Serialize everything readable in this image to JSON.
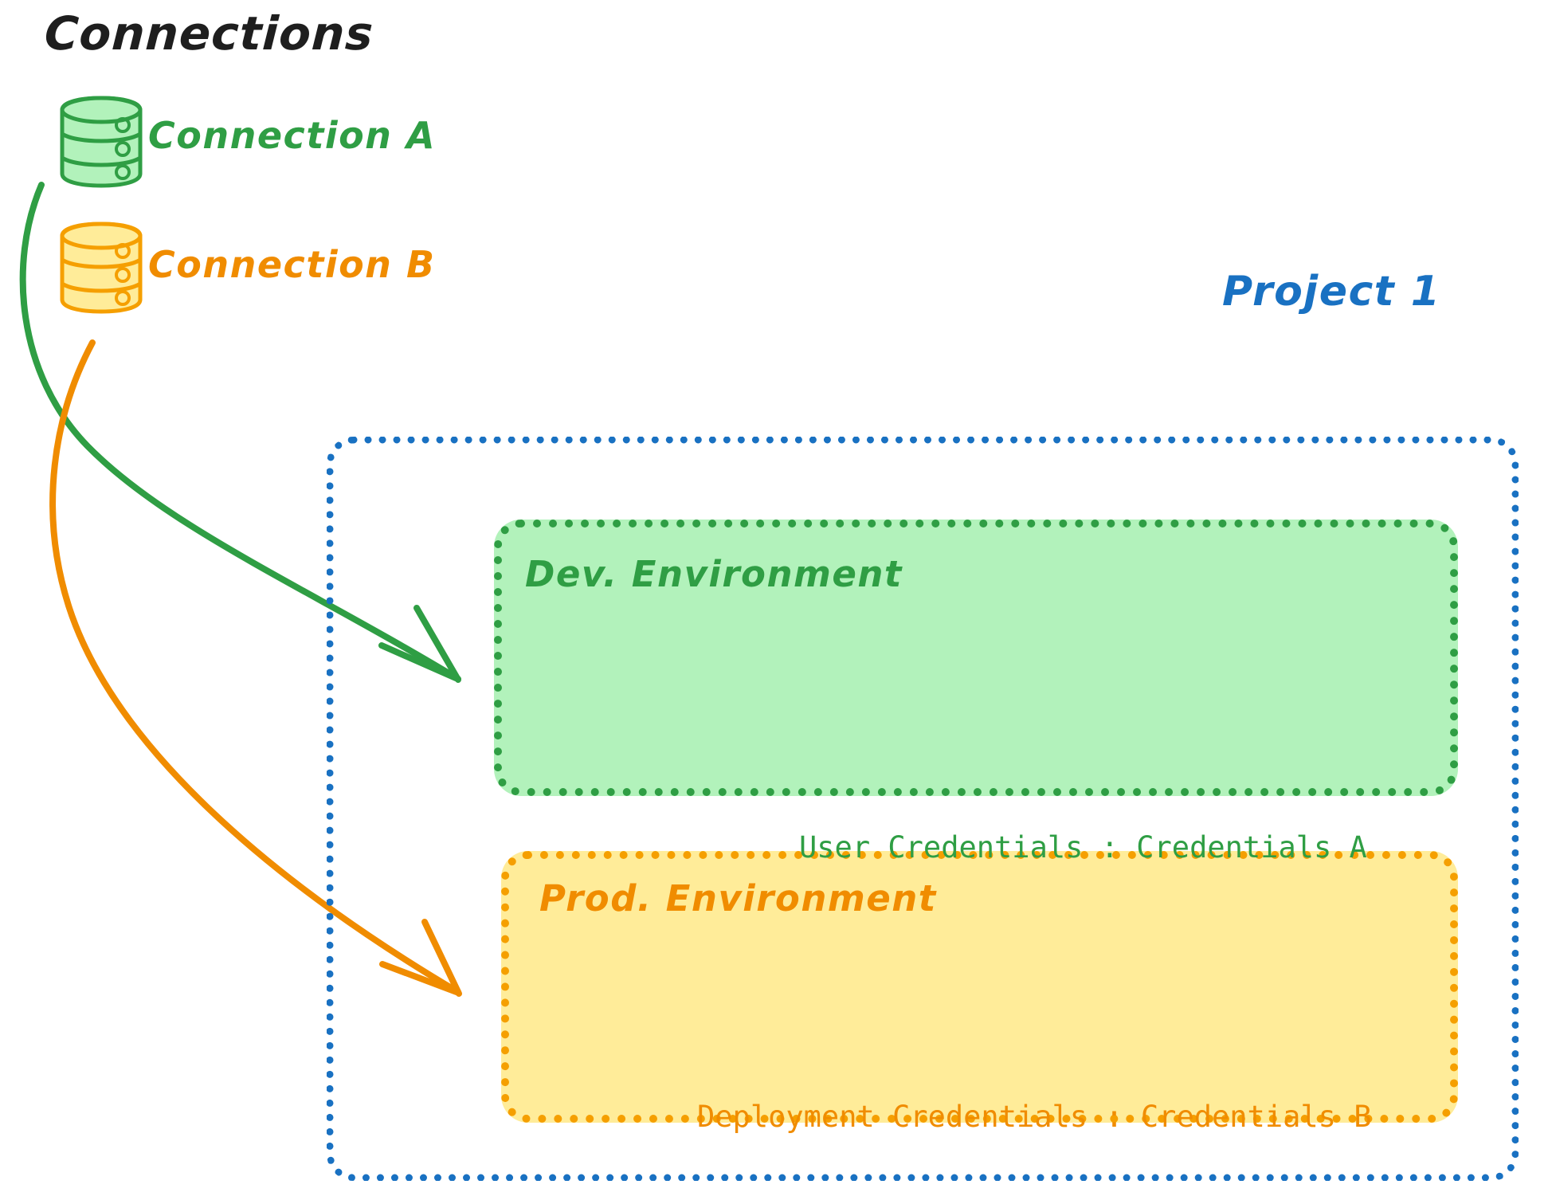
{
  "diagram": {
    "title": "Connections",
    "background_color": "#ffffff"
  },
  "connections": {
    "heading": "Connections",
    "items": [
      {
        "id": "connection-a",
        "label": "Connection A",
        "icon": "database-cylinder-icon",
        "color": "#2f9e44",
        "fill": "#b2f2bb"
      },
      {
        "id": "connection-b",
        "label": "Connection B",
        "icon": "database-cylinder-icon",
        "color": "#f08c00",
        "fill": "#ffec99"
      }
    ]
  },
  "project": {
    "title": "Project 1",
    "border_color": "#1971c2",
    "environments": [
      {
        "id": "dev-environment",
        "name": "Dev. Environment",
        "credential_text": "User Credentials : Credentials A",
        "border_color": "#2f9e44",
        "fill_color": "#b2f2bb",
        "text_color": "#2f9e44"
      },
      {
        "id": "prod-environment",
        "name": "Prod. Environment",
        "credential_text": "Deployment Credentials : Credentials B",
        "border_color": "#f59f00",
        "fill_color": "#ffec99",
        "text_color": "#f08c00"
      }
    ]
  },
  "arrows": [
    {
      "id": "arrow-connection-a-to-dev",
      "from": "connection-a",
      "to": "dev-environment",
      "color": "#2f9e44"
    },
    {
      "id": "arrow-connection-b-to-prod",
      "from": "connection-b",
      "to": "prod-environment",
      "color": "#f08c00"
    }
  ]
}
